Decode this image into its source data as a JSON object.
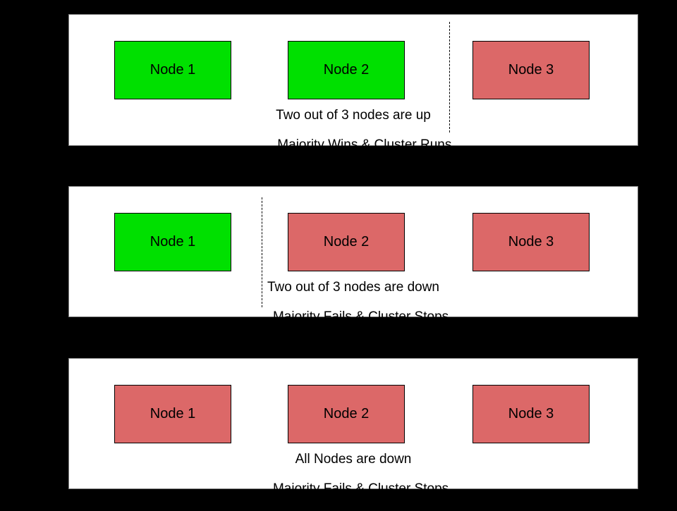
{
  "colors": {
    "page_bg": "#000000",
    "panel": "#ffffff",
    "panel_border": "#808080",
    "node_border": "#000000",
    "up": "#00e000",
    "down": "#dc6868"
  },
  "panels": [
    {
      "name": "two-nodes-up",
      "nodes": [
        {
          "label": "Node 1",
          "status": "up"
        },
        {
          "label": "Node 2",
          "status": "up"
        },
        {
          "label": "Node 3",
          "status": "down"
        }
      ],
      "divider": "dashed partition between Node 2 and Node 3",
      "caption": {
        "line1": "Two out of 3 nodes are up",
        "line2": ", Majority Wins & Cluster Runs"
      }
    },
    {
      "name": "two-nodes-down",
      "nodes": [
        {
          "label": "Node 1",
          "status": "up"
        },
        {
          "label": "Node 2",
          "status": "down"
        },
        {
          "label": "Node 3",
          "status": "down"
        }
      ],
      "divider": "dashed partition between Node 1 and Node 2",
      "caption": {
        "line1": "Two out of 3 nodes are down",
        "line2": "Majority Fails & Cluster Stops"
      }
    },
    {
      "name": "all-nodes-down",
      "nodes": [
        {
          "label": "Node 1",
          "status": "down"
        },
        {
          "label": "Node 2",
          "status": "down"
        },
        {
          "label": "Node 3",
          "status": "down"
        }
      ],
      "divider": null,
      "caption": {
        "line1": "All Nodes are down",
        "line2": "Majority Fails & Cluster Stops"
      }
    }
  ]
}
